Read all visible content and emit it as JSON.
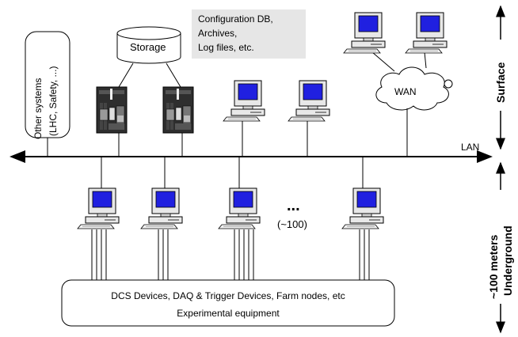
{
  "labels": {
    "storage": "Storage",
    "config_line1": "Configuration DB,",
    "config_line2": "Archives,",
    "config_line3": "Log files, etc.",
    "other_systems_line1": "Other systems",
    "other_systems_line2": "(LHC, Safety, ...)",
    "wan": "WAN",
    "lan": "LAN",
    "ellipsis": "...",
    "count": "(~100)",
    "devices_line1": "DCS Devices, DAQ & Trigger Devices, Farm nodes, etc",
    "devices_line2": "Experimental equipment",
    "surface": "Surface",
    "underground_line1": "~100 meters",
    "underground_line2": "Underground"
  },
  "colors": {
    "screen": "#2020e0",
    "note_box": "#e6e6e6",
    "crate": "#2e2e2e",
    "computer_body": "#e8e8e8"
  },
  "icons": [
    "storage-cylinder-icon",
    "crate-icon",
    "workstation-icon",
    "cloud-icon"
  ]
}
